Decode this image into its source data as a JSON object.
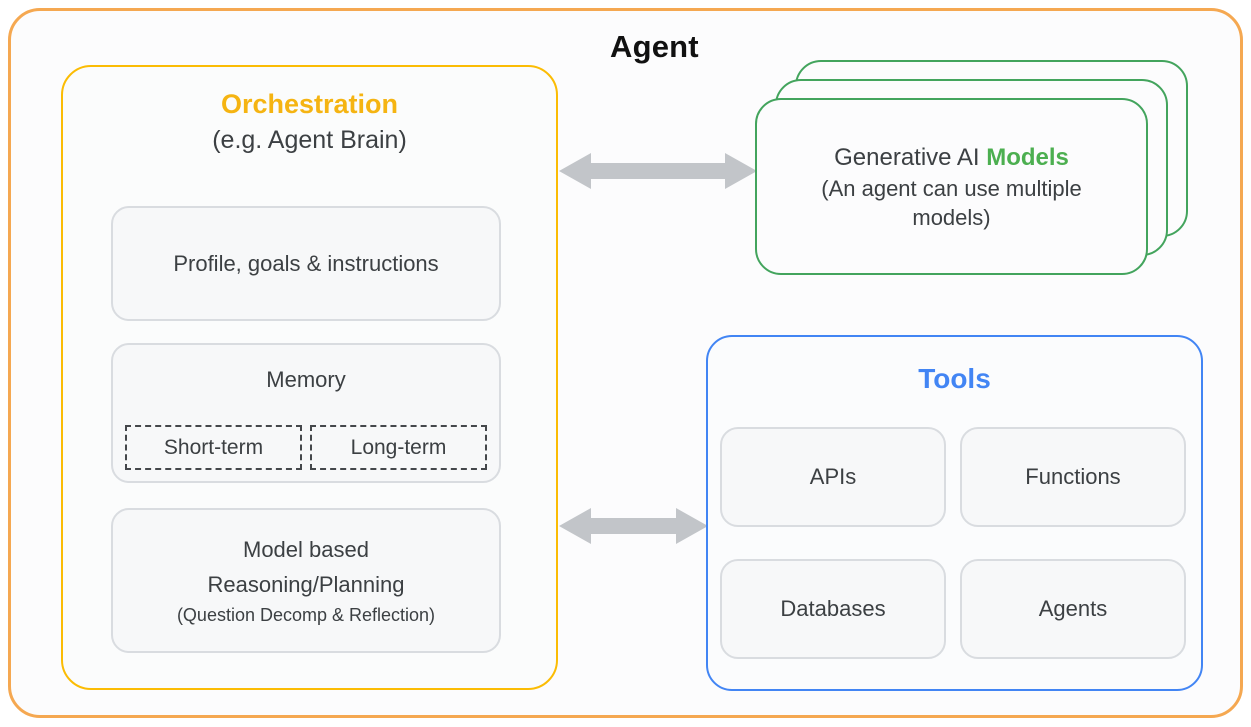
{
  "title": "Agent",
  "orchestration": {
    "title": "Orchestration",
    "subtitle": "(e.g. Agent Brain)",
    "profile_label": "Profile, goals & instructions",
    "memory": {
      "label": "Memory",
      "short_term": "Short-term",
      "long_term": "Long-term"
    },
    "reasoning": {
      "line1": "Model based",
      "line2": "Reasoning/Planning",
      "line3": "(Question Decomp & Reflection)"
    }
  },
  "models": {
    "title_prefix": "Generative AI ",
    "title_highlight": "Models",
    "subtitle": "(An agent can use multiple models)",
    "stack_count": 3
  },
  "tools": {
    "title": "Tools",
    "items": [
      "APIs",
      "Functions",
      "Databases",
      "Agents"
    ]
  },
  "connectors": {
    "orchestration_models": "double-arrow",
    "orchestration_tools": "double-arrow"
  },
  "colors": {
    "agent_border": "#F5A851",
    "orchestration_border": "#FBBC04",
    "orchestration_title": "#F5B412",
    "models_border": "#43A45D",
    "models_title": "#4CAF50",
    "tools_border": "#4285F4",
    "tools_title": "#4285F4",
    "arrow": "#C2C5C9",
    "inner_box_bg": "#F7F8F9",
    "inner_box_border": "#D9DCE0",
    "dashed_border": "#44474B",
    "text": "#3C4043",
    "heading_text": "#111111",
    "surface": "#FCFCFD"
  }
}
